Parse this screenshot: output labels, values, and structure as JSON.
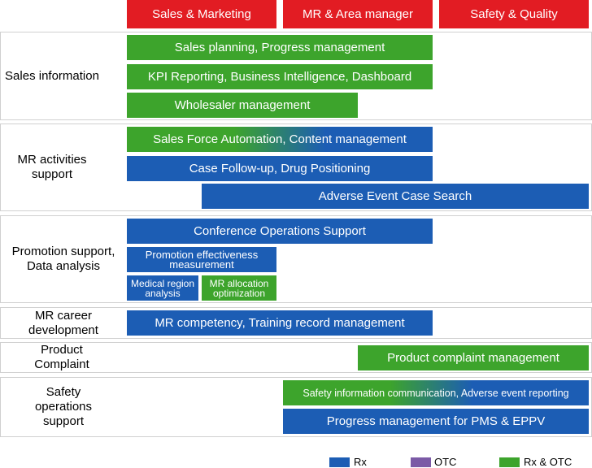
{
  "headers": [
    "Sales & Marketing",
    "MR & Area manager",
    "Safety & Quality"
  ],
  "rows": {
    "sales_info": "Sales information",
    "mr_activities": "MR activities\nsupport",
    "promotion": "Promotion support,\nData analysis",
    "career": "MR career\ndevelopment",
    "complaint": "Product\nComplaint",
    "safety": "Safety\noperations\nsupport"
  },
  "bars": {
    "sales_planning": "Sales planning, Progress management",
    "kpi_reporting": "KPI Reporting, Business Intelligence, Dashboard",
    "wholesaler": "Wholesaler management",
    "sfa": "Sales Force Automation, Content management",
    "case_followup": "Case Follow-up, Drug Positioning",
    "adverse_search": "Adverse Event Case Search",
    "conference": "Conference Operations Support",
    "promo_effect": "Promotion effectiveness\nmeasurement",
    "medical_region": "Medical region\nanalysis",
    "mr_allocation": "MR allocation\noptimization",
    "mr_competency": "MR competency, Training record management",
    "product_complaint": "Product complaint management",
    "safety_info": "Safety information communication, Adverse event reporting",
    "pms_eppv": "Progress management for PMS & EPPV"
  },
  "legend": [
    {
      "label": "Rx",
      "color": "#1c5db4"
    },
    {
      "label": "OTC",
      "color": "#7b5aa6"
    },
    {
      "label": "Rx & OTC",
      "color": "#3da42c"
    }
  ]
}
